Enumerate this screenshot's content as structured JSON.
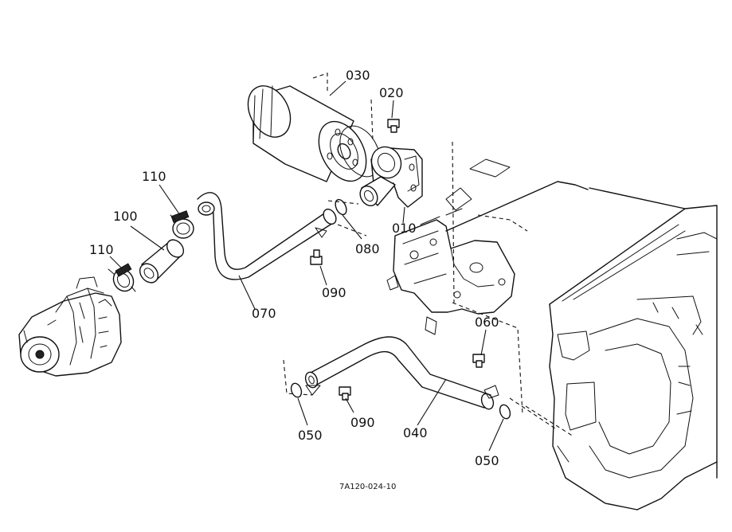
{
  "diagram": {
    "callouts": {
      "p010": "010",
      "p020": "020",
      "p030": "030",
      "p040": "040",
      "p050a": "050",
      "p050b": "050",
      "p060": "060",
      "p070": "070",
      "p080": "080",
      "p090a": "090",
      "p090b": "090",
      "p100": "100",
      "p110a": "110",
      "p110b": "110"
    },
    "drawing_code": "7A120-024-10"
  }
}
